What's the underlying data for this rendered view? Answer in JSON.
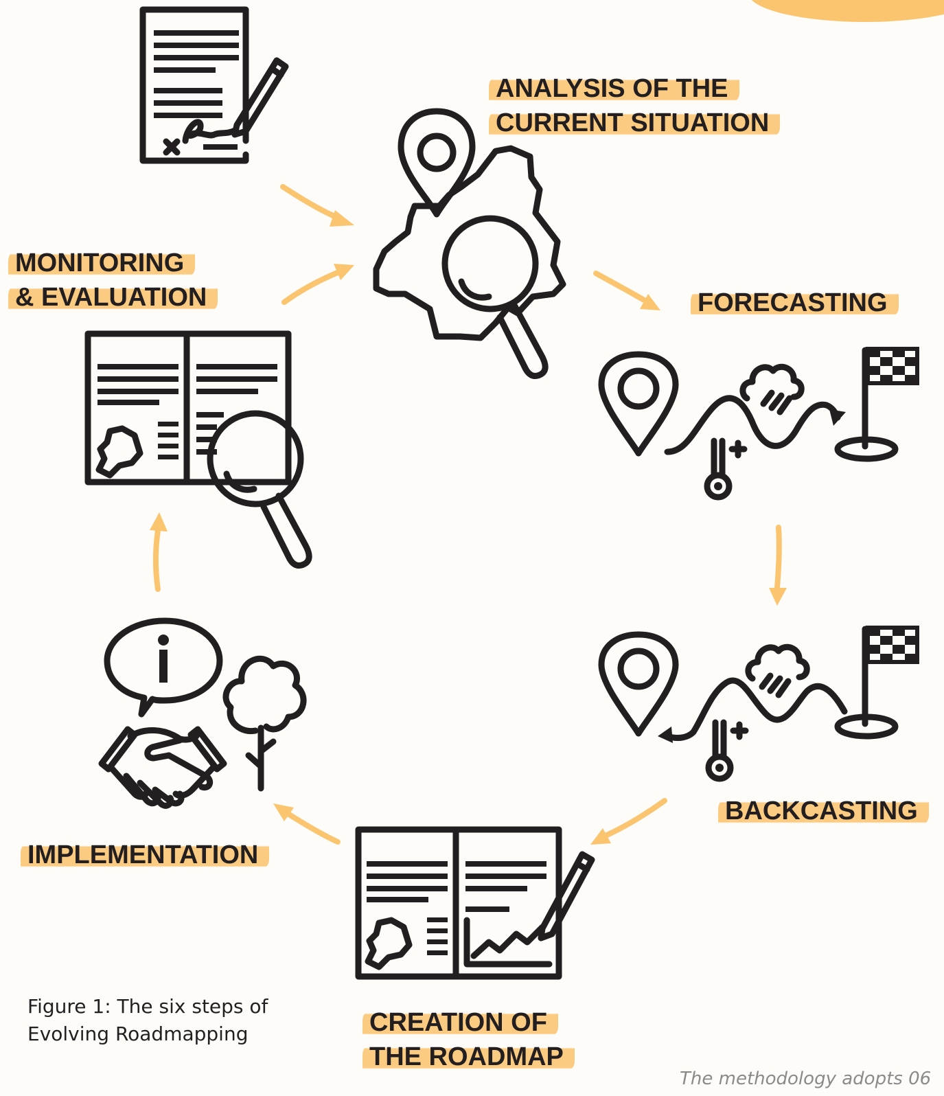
{
  "steps": {
    "analysis": {
      "line1": "ANALYSIS OF THE",
      "line2": "CURRENT SITUATION"
    },
    "forecasting": {
      "line1": "FORECASTING"
    },
    "backcasting": {
      "line1": "BACKCASTING"
    },
    "creation": {
      "line1": "CREATION OF",
      "line2": "THE ROADMAP"
    },
    "implementation": {
      "line1": "IMPLEMENTATION"
    },
    "monitoring": {
      "line1": "MONITORING",
      "line2": "& EVALUATION"
    }
  },
  "caption": {
    "line1": "Figure 1: The six steps of",
    "line2": "Evolving Roadmapping"
  },
  "footer": {
    "text": "The methodology adopts 06"
  },
  "colors": {
    "accent": "#fbc46f",
    "ink": "#231f20"
  }
}
